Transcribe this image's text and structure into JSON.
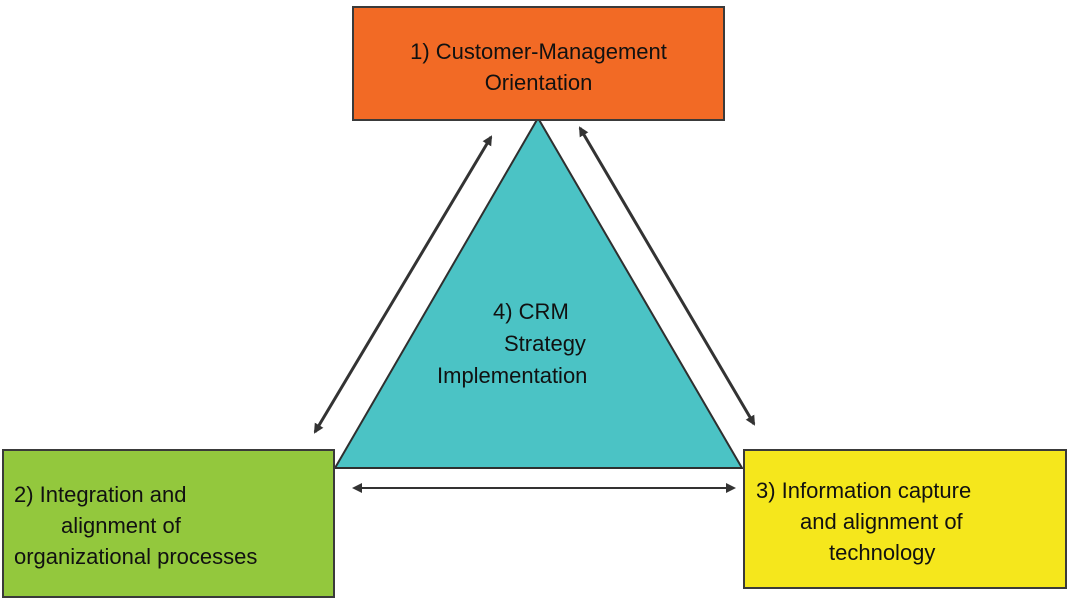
{
  "diagram": {
    "nodes": [
      {
        "id": "1",
        "lines": [
          "1) Customer-Management",
          "Orientation"
        ],
        "color": "#f26a25"
      },
      {
        "id": "2",
        "lines": [
          "2) Integration and",
          "alignment of",
          "organizational processes"
        ],
        "color": "#93c83d"
      },
      {
        "id": "3",
        "lines": [
          "3) Information capture",
          "and alignment of",
          "technology"
        ],
        "color": "#f5e71c"
      },
      {
        "id": "4",
        "lines": [
          "4) CRM",
          "Strategy",
          "Implementation"
        ],
        "color": "#4bc3c5",
        "shape": "triangle"
      }
    ],
    "edges": [
      {
        "from": "1",
        "to": "2",
        "type": "bidirectional"
      },
      {
        "from": "1",
        "to": "3",
        "type": "bidirectional"
      },
      {
        "from": "2",
        "to": "3",
        "type": "bidirectional"
      }
    ],
    "colors": {
      "outline": "#3a3a3a",
      "arrow": "#333333"
    }
  }
}
